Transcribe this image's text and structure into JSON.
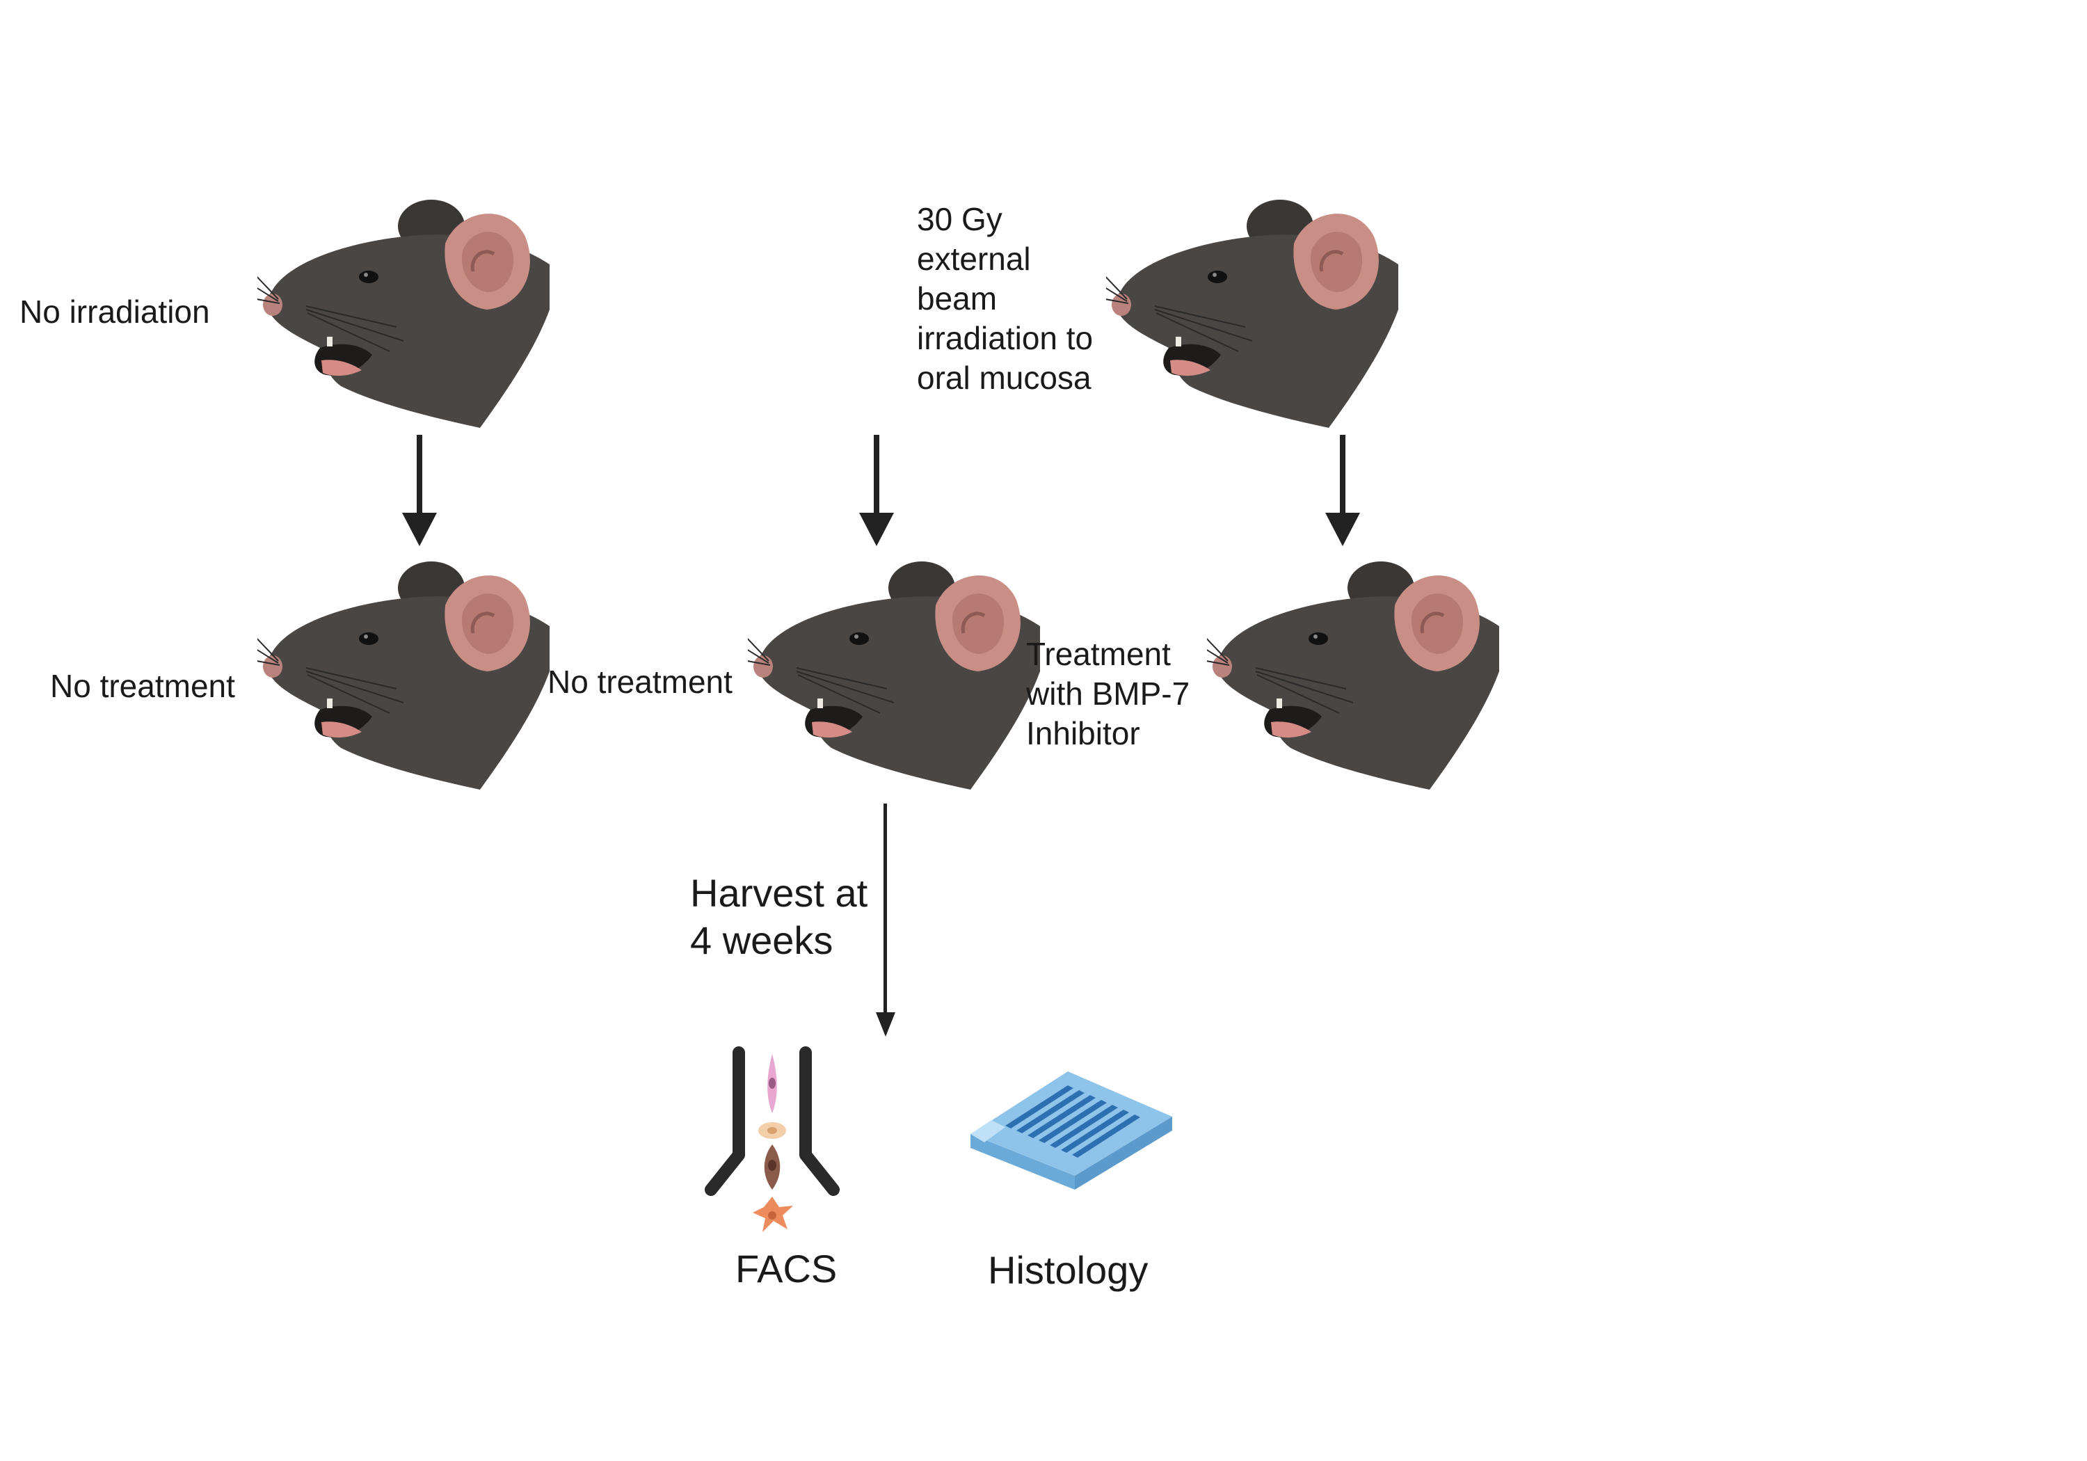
{
  "diagram": {
    "top_row": {
      "control_label": "No irradiation",
      "irradiation_label_lines": [
        "30 Gy",
        "external",
        "beam",
        "irradiation to",
        "oral mucosa"
      ]
    },
    "middle_row": {
      "group1_label": "No treatment",
      "group2_label": "No treatment",
      "group3_label_lines": [
        "Treatment",
        "with BMP-7",
        "Inhibitor"
      ]
    },
    "harvest_label_lines": [
      "Harvest at",
      "4 weeks"
    ],
    "outputs": {
      "facs_label": "FACS",
      "histology_label": "Histology"
    },
    "icons": [
      "mouse-head-icon",
      "down-arrow-icon",
      "antibody-facs-icon",
      "histology-cassette-icon"
    ],
    "colors": {
      "mouse_fur": "#4a4644",
      "mouse_ear": "#c98f86",
      "arrow": "#222222",
      "cassette": "#8ec4ea"
    }
  }
}
